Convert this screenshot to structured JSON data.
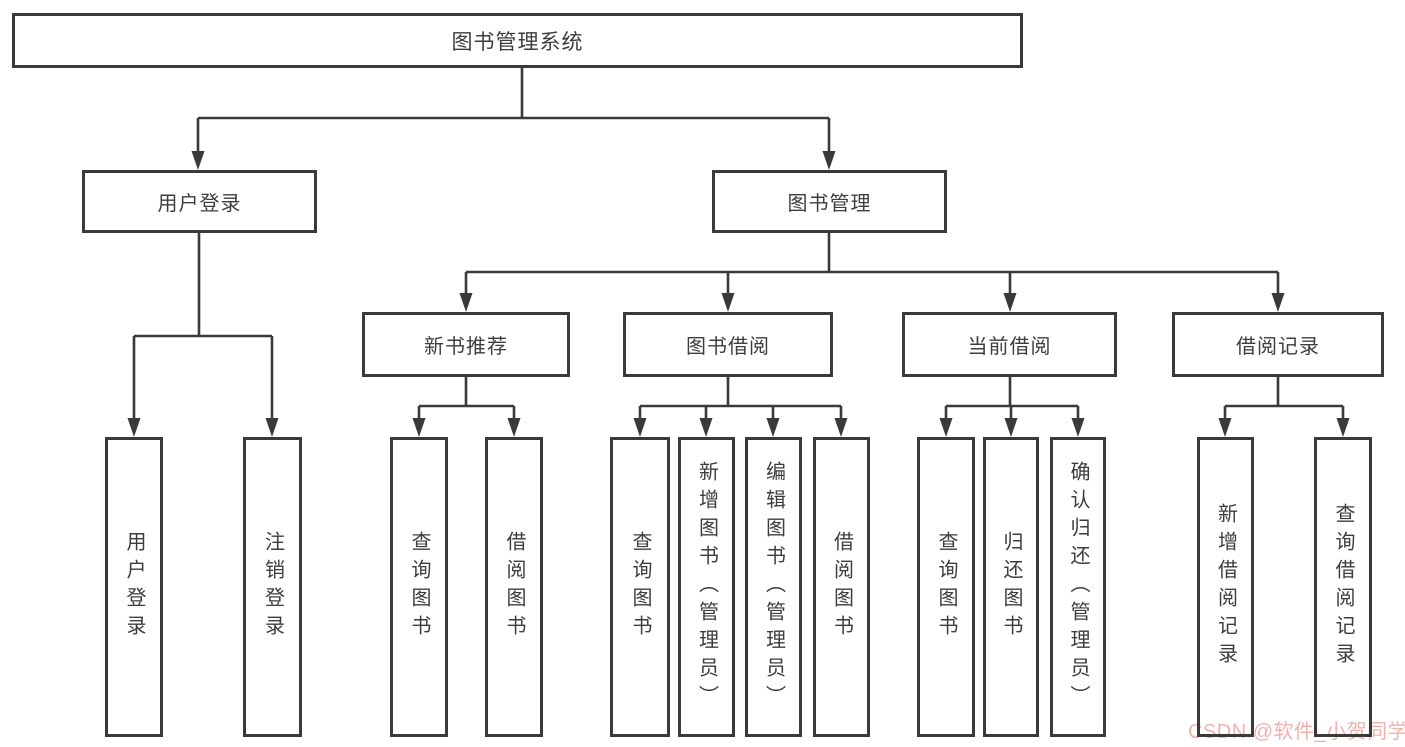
{
  "diagram": {
    "type": "tree",
    "root": "图书管理系统",
    "level2": [
      "用户登录",
      "图书管理"
    ],
    "level3": [
      "新书推荐",
      "图书借阅",
      "当前借阅",
      "借阅记录"
    ],
    "leaves_user_login": [
      "用户登录",
      "注销登录"
    ],
    "leaves_new_book": [
      "查询图书",
      "借阅图书"
    ],
    "leaves_book_borrow": [
      "查询图书",
      "新增图书（管理员）",
      "编辑图书（管理员）",
      "借阅图书"
    ],
    "leaves_current_borrow": [
      "查询图书",
      "归还图书",
      "确认归还（管理员）"
    ],
    "leaves_borrow_record": [
      "新增借阅记录",
      "查询借阅记录"
    ],
    "hierarchy": {
      "图书管理系统": {
        "用户登录": [
          "用户登录",
          "注销登录"
        ],
        "图书管理": {
          "新书推荐": [
            "查询图书",
            "借阅图书"
          ],
          "图书借阅": [
            "查询图书",
            "新增图书（管理员）",
            "编辑图书（管理员）",
            "借阅图书"
          ],
          "当前借阅": [
            "查询图书",
            "归还图书",
            "确认归还（管理员）"
          ],
          "借阅记录": [
            "新增借阅记录",
            "查询借阅记录"
          ]
        }
      }
    },
    "colors": {
      "line": "#3a3a3a",
      "text": "#3d3d3d",
      "background": "#ffffff",
      "watermark": "#f0b2ac"
    },
    "watermark": "CSDN @软件_小贺同学"
  }
}
